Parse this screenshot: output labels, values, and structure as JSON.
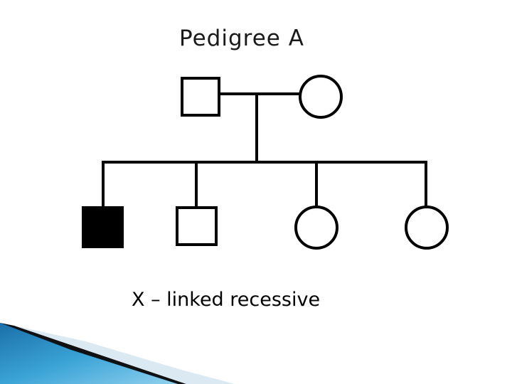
{
  "slide": {
    "title": "Pedigree A",
    "caption": "X – linked recessive"
  },
  "pedigree": {
    "generation_1": [
      {
        "sex": "male",
        "affected": false
      },
      {
        "sex": "female",
        "affected": false
      }
    ],
    "generation_2": [
      {
        "sex": "male",
        "affected": true
      },
      {
        "sex": "male",
        "affected": false
      },
      {
        "sex": "female",
        "affected": false
      },
      {
        "sex": "female",
        "affected": false
      }
    ]
  },
  "colors": {
    "line": "#000000",
    "affected_fill": "#000000",
    "unaffected_fill": "#ffffff",
    "accent_blue": "#2f8fc6"
  }
}
